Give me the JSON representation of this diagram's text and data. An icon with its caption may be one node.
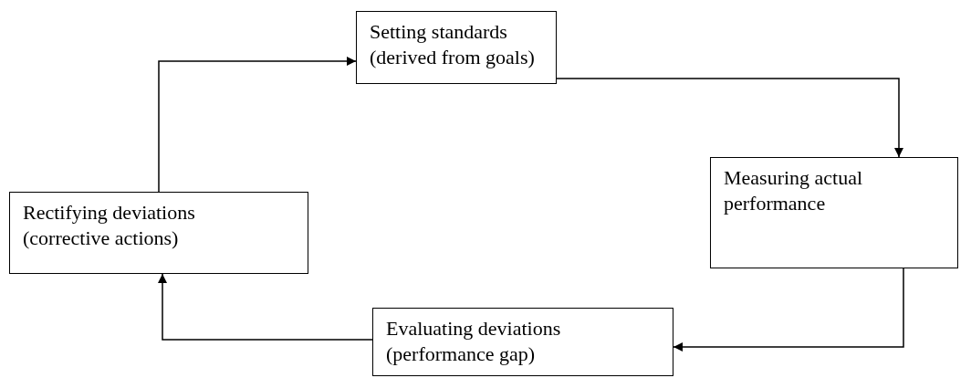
{
  "diagram": {
    "nodes": [
      {
        "text": [
          "Setting standards",
          "(derived from goals)"
        ]
      },
      {
        "text": [
          "Measuring actual performance"
        ]
      },
      {
        "text": [
          "Evaluating deviations",
          "(performance gap)"
        ]
      },
      {
        "text": [
          "Rectifying deviations",
          "(corrective actions)"
        ]
      }
    ],
    "edges": [
      {
        "from": 0,
        "to": 1,
        "arrow": "to"
      },
      {
        "from": 1,
        "to": 2,
        "arrow": "to"
      },
      {
        "from": 2,
        "to": 3,
        "arrow": "to"
      },
      {
        "from": 3,
        "to": 0,
        "arrow": "to"
      }
    ]
  }
}
